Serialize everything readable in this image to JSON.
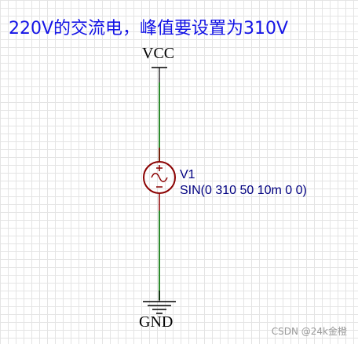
{
  "annotation": {
    "text": "220V的交流电，峰值要设置为310V",
    "color": "#1414e6"
  },
  "power": {
    "vcc_label": "VCC",
    "gnd_label": "GND"
  },
  "source": {
    "icon": "sine-voltage-source-icon",
    "ref": "V1",
    "value": "SIN(0 310 50 10m 0 0)",
    "symbol_color": "#8b0000",
    "label_color": "#000080"
  },
  "wire": {
    "color": "#2e8b2e"
  },
  "watermark": {
    "text": "CSDN @24k金橙"
  }
}
